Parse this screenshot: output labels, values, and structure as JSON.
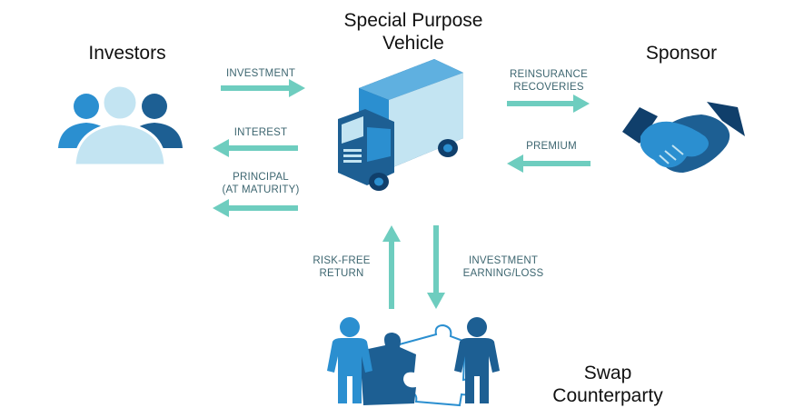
{
  "colors": {
    "arrow": "#6ecdbf",
    "dark_blue": "#1d5f93",
    "mid_blue": "#2b8fd0",
    "light_blue": "#c3e4f2",
    "navy": "#103f6b",
    "label_text": "#3d6670",
    "title_text": "#111111"
  },
  "nodes": {
    "investors": {
      "title": "Investors",
      "icon": "people-group-icon"
    },
    "spv": {
      "title": "Special Purpose\nVehicle",
      "icon": "truck-icon"
    },
    "sponsor": {
      "title": "Sponsor",
      "icon": "handshake-icon"
    },
    "swap": {
      "title": "Swap\nCounterparty",
      "icon": "people-puzzle-icon"
    }
  },
  "flows": {
    "investment": "INVESTMENT",
    "interest": "INTEREST",
    "principal": "PRINCIPAL\n(AT MATURITY)",
    "reinsurance": "REINSURANCE\nRECOVERIES",
    "premium": "PREMIUM",
    "risk_free": "RISK-FREE\nRETURN",
    "investment_earning": "INVESTMENT\nEARNING/LOSS"
  }
}
